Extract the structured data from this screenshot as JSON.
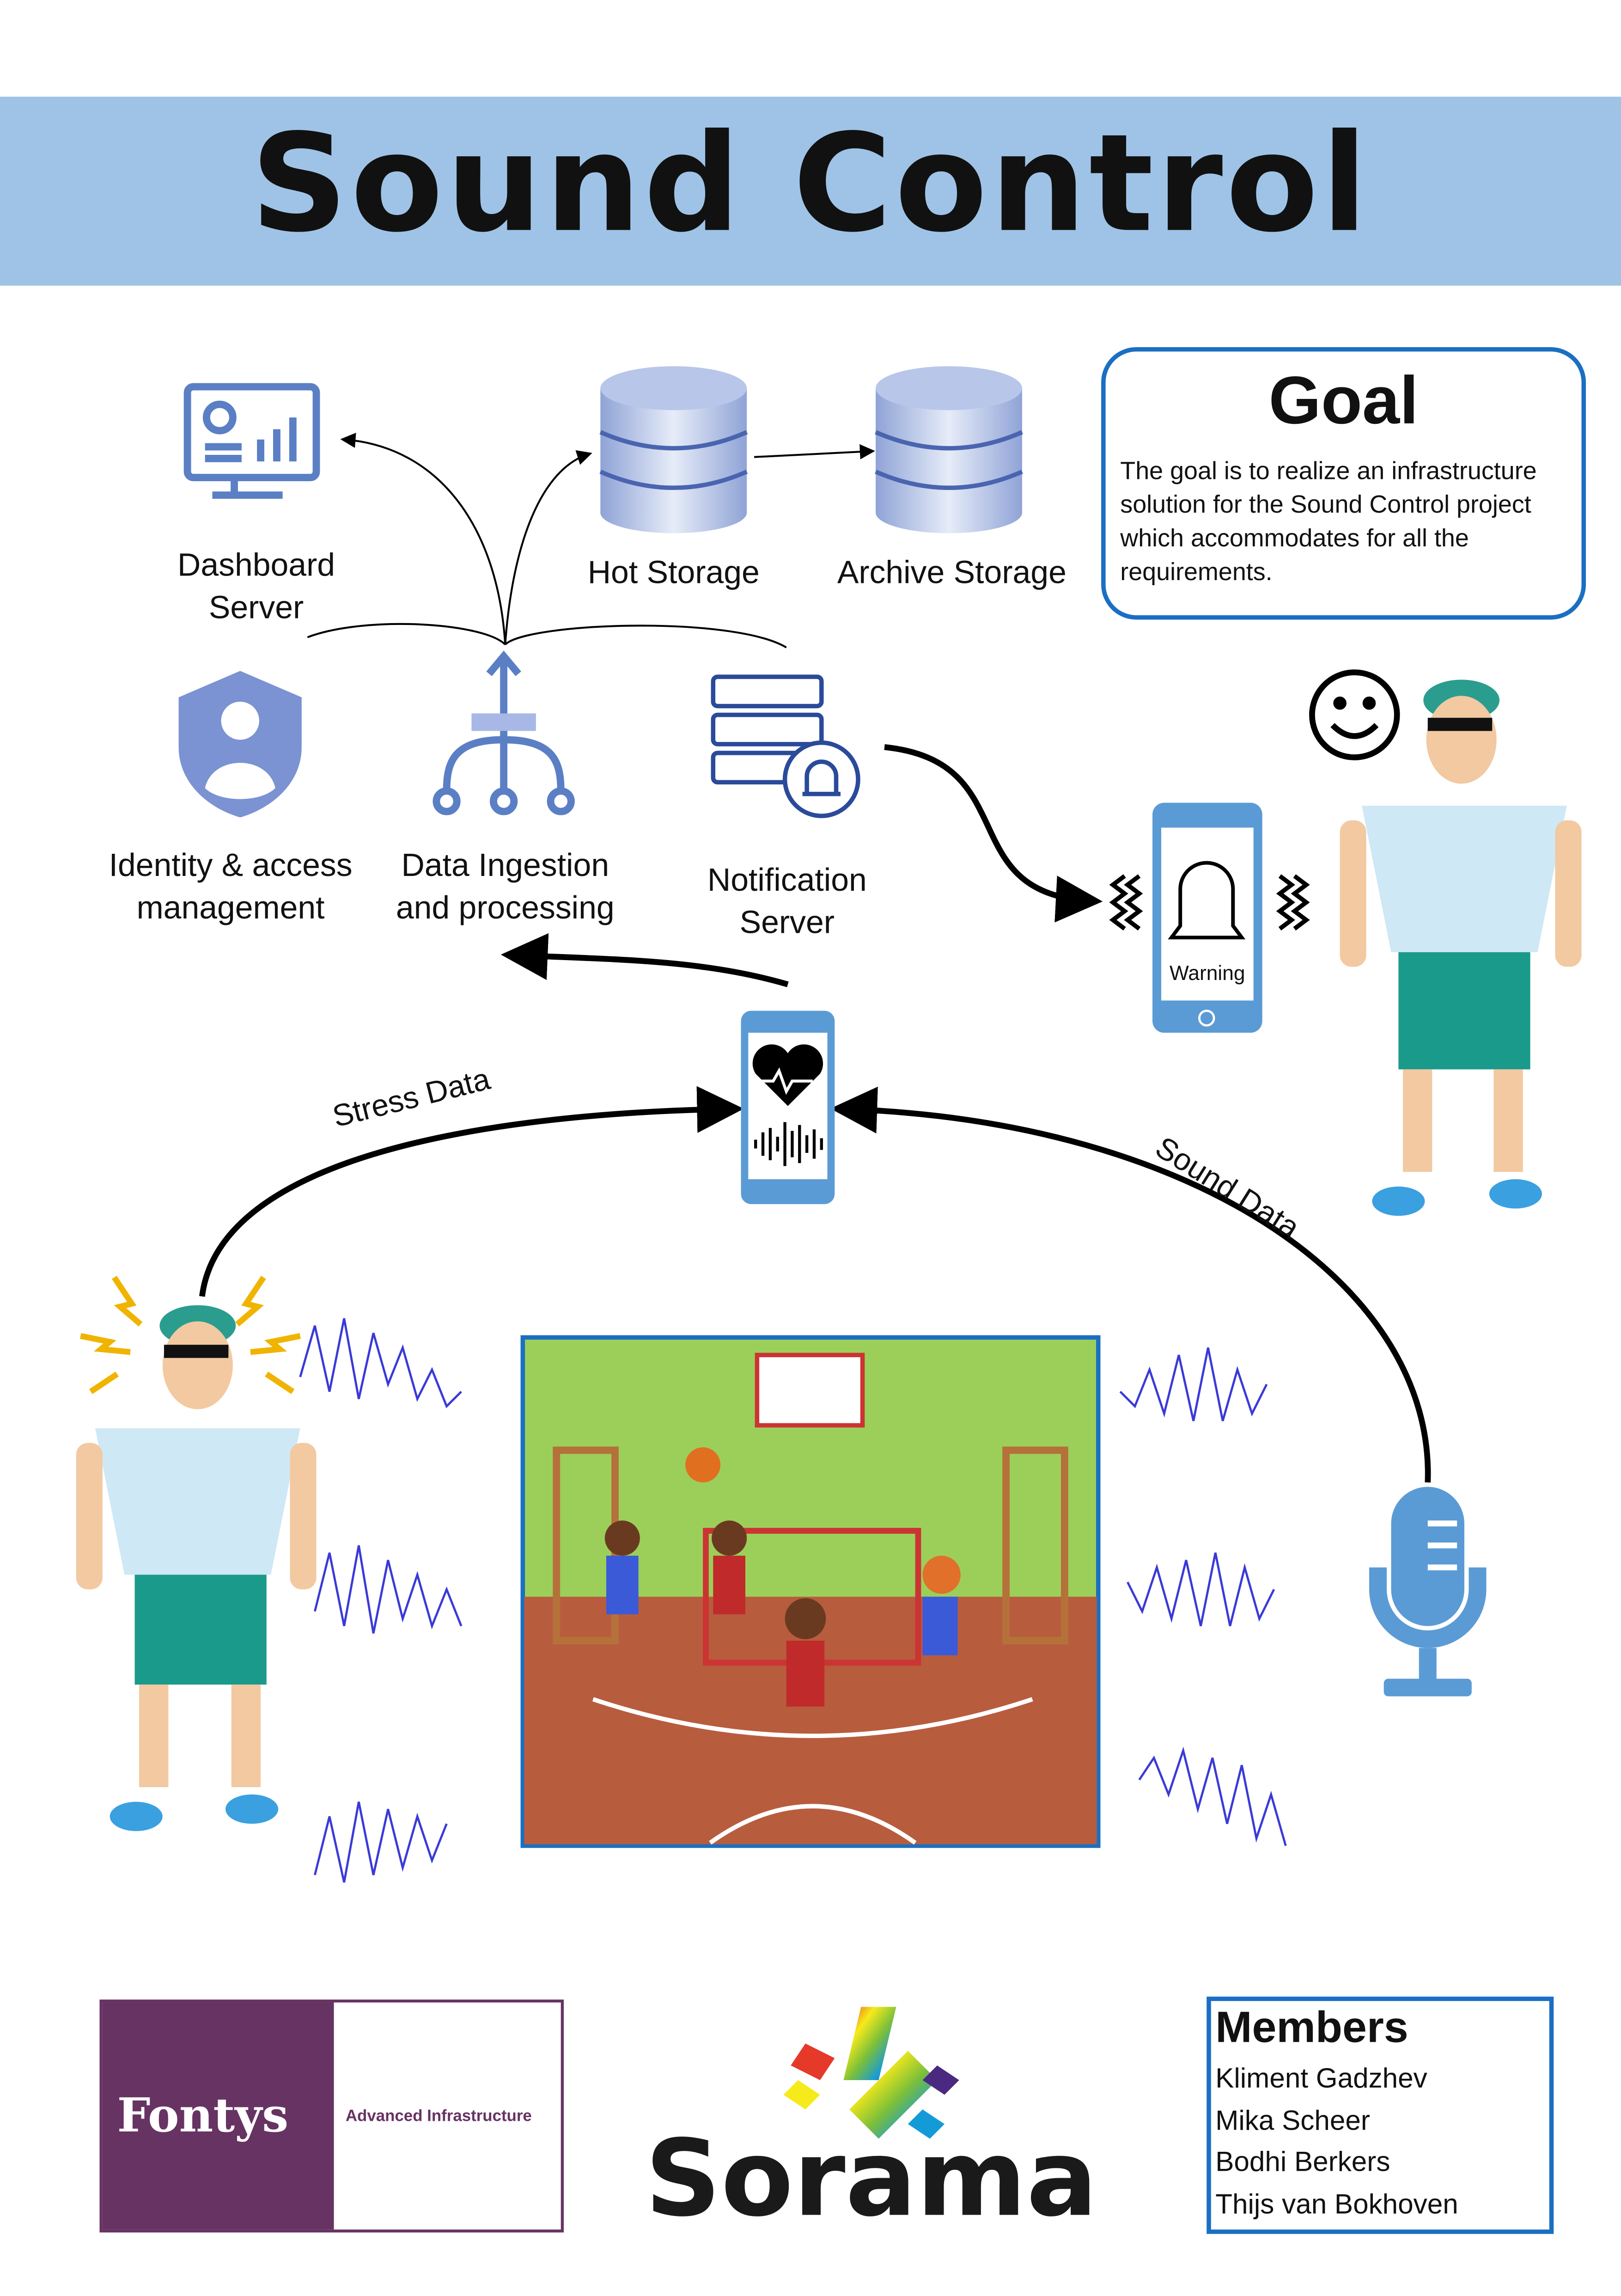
{
  "title": "Sound Control",
  "colors": {
    "banner": "#9fc3e6",
    "accent_blue": "#1a6fc2",
    "icon_blue": "#5b7fc4",
    "fontys_purple": "#673363"
  },
  "components": {
    "dashboard": {
      "label": "Dashboard Server",
      "icon": "monitor-chart-icon"
    },
    "hot_storage": {
      "label": "Hot Storage",
      "icon": "database-icon"
    },
    "archive_storage": {
      "label": "Archive Storage",
      "icon": "database-icon"
    },
    "identity": {
      "label": "Identity & access management",
      "icon": "shield-user-icon"
    },
    "ingestion": {
      "label": "Data Ingestion and processing",
      "icon": "data-flow-icon"
    },
    "notification": {
      "label": "Notification Server",
      "icon": "server-bell-icon"
    }
  },
  "goal": {
    "heading": "Goal",
    "text": "The goal is to realize an infrastructure solution for the Sound Control project which accommodates for all the requirements."
  },
  "warning_phone": {
    "text": "Warning"
  },
  "flows": {
    "stress": "Stress Data",
    "sound": "Sound Data"
  },
  "logos": {
    "fontys": "Fontys",
    "fontys_sub": "Advanced Infrastructure",
    "sorama": "Sorama"
  },
  "members": {
    "heading": "Members",
    "names": [
      "Kliment Gadzhev",
      "Mika Scheer",
      "Bodhi Berkers",
      "Thijs van Bokhoven"
    ]
  }
}
